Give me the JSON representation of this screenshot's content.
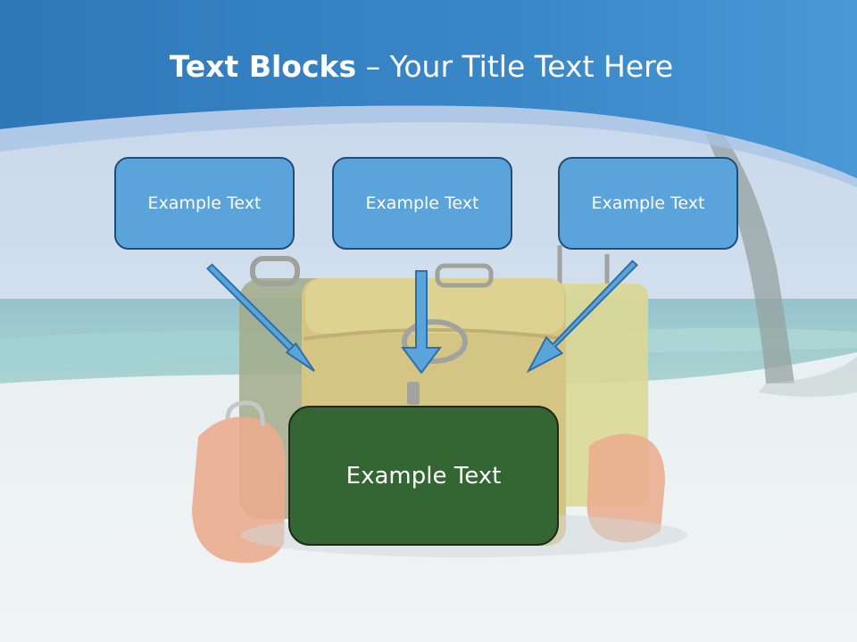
{
  "title": {
    "bold": "Text Blocks",
    "rest": " – Your Title Text Here"
  },
  "boxes": {
    "top": [
      "Example Text",
      "Example Text",
      "Example Text"
    ],
    "bottom": "Example Text"
  },
  "colors": {
    "header_blue": "#3a87c8",
    "box_blue": "#5ba3db",
    "box_green": "#336633",
    "arrow_blue": "#5ba3db"
  }
}
